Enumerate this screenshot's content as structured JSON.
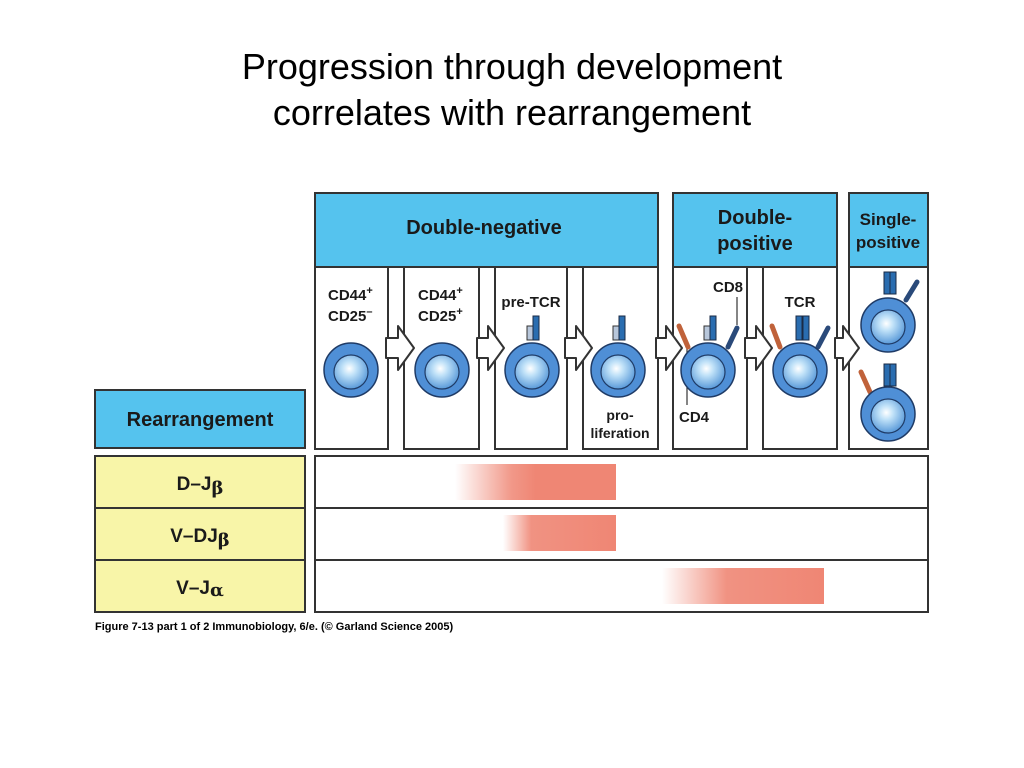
{
  "title_line1": "Progression through development",
  "title_line2": "correlates with rearrangement",
  "headers": {
    "double_negative": "Double-negative",
    "double_positive_1": "Double-",
    "double_positive_2": "positive",
    "single_positive_1": "Single-",
    "single_positive_2": "positive"
  },
  "stages": {
    "s1_line1": "CD44",
    "s1_sup1": "+",
    "s1_line2": "CD25",
    "s1_sup2": "–",
    "s2_line1": "CD44",
    "s2_sup1": "+",
    "s2_line2": "CD25",
    "s2_sup2": "+",
    "s3_label": "pre-TCR",
    "s4_line1": "pro-",
    "s4_line2": "liferation",
    "s5_cd8": "CD8",
    "s5_cd4": "CD4",
    "s6_label": "TCR"
  },
  "rearrangement": {
    "header": "Rearrangement",
    "rows": [
      {
        "prefix": "D–J",
        "greek": "β"
      },
      {
        "prefix": "V–DJ",
        "greek": "β"
      },
      {
        "prefix": "V–J",
        "greek": "α"
      }
    ]
  },
  "caption": "Figure 7-13 part 1 of 2  Immunobiology, 6/e. (© Garland Science 2005)",
  "colors": {
    "header_blue": "#55c3ee",
    "cell_outer": "#4f8fd6",
    "cell_core": "#9ed0f3",
    "label_yellow": "#f8f5a8",
    "bar_salmon": "#ef8674",
    "tcr_blue": "#2a6db0",
    "cd4_brown": "#c0623a"
  }
}
